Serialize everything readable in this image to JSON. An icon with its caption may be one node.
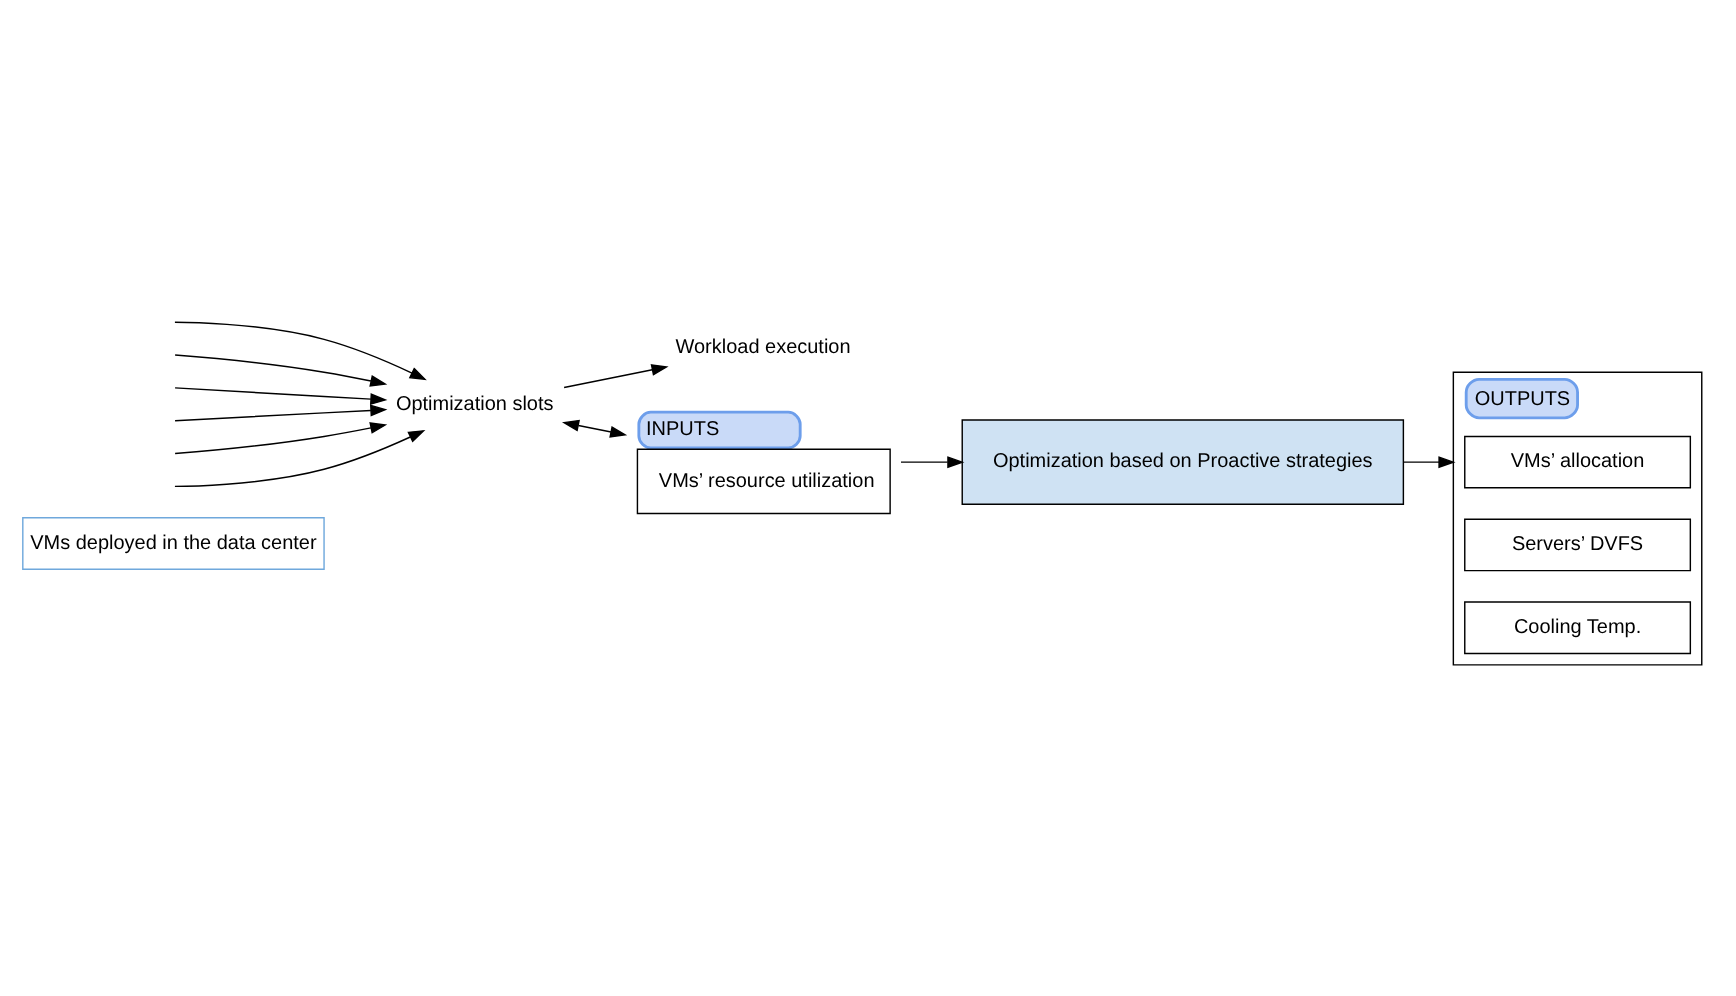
{
  "diagram": {
    "nodes": [
      {
        "text": [
          "VMs deployed in the data center"
        ]
      },
      {
        "text": [
          "Optimization slots"
        ]
      },
      {
        "text": [
          "Workload execution"
        ]
      },
      {
        "text": [
          "INPUTS",
          "VMs’ resource utilization"
        ]
      },
      {
        "text": [
          "Optimization based on Proactive strategies"
        ]
      },
      {
        "text": [
          "OUTPUTS"
        ]
      },
      {
        "text": [
          "VMs’ allocation"
        ],
        "in": 5
      },
      {
        "text": [
          "Servers’ DVFS"
        ],
        "in": 5
      },
      {
        "text": [
          "Cooling Temp."
        ],
        "in": 5
      }
    ],
    "edges": [
      {
        "from": 1,
        "to": 2,
        "arrow": "to"
      },
      {
        "from": 1,
        "to": 3,
        "arrow": "both"
      },
      {
        "from": null,
        "to": 1,
        "arrow": "to"
      },
      {
        "from": null,
        "to": 1,
        "arrow": "to"
      },
      {
        "from": null,
        "to": 1,
        "arrow": "to"
      },
      {
        "from": null,
        "to": 1,
        "arrow": "to"
      },
      {
        "from": null,
        "to": 1,
        "arrow": "to"
      },
      {
        "from": null,
        "to": 1,
        "arrow": "to"
      },
      {
        "from": 3,
        "to": 4,
        "arrow": "to"
      },
      {
        "from": 4,
        "to": 5,
        "arrow": "to"
      }
    ]
  }
}
